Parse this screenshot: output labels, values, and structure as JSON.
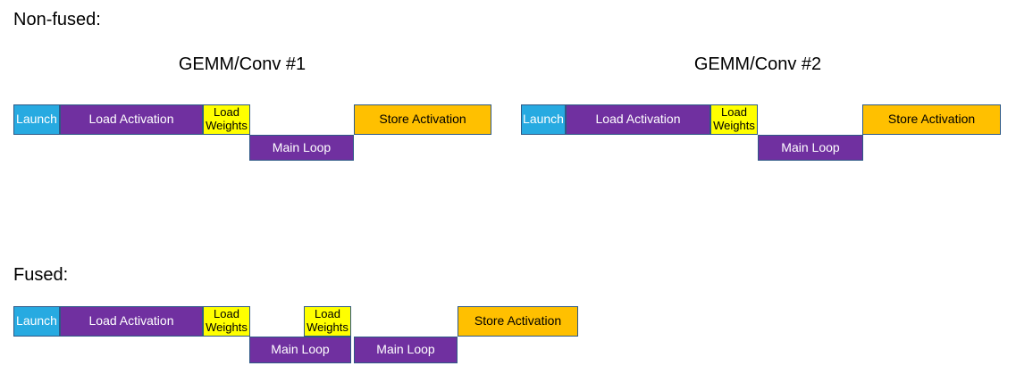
{
  "colors": {
    "launch_fill": "#27AAE1",
    "load_fill": "#7030A0",
    "weights_fill": "#FFFF00",
    "store_fill": "#FFC000",
    "block_border": "#2E5986",
    "text_on_dark": "#FFFFFF",
    "text_on_light": "#000000",
    "heading_text": "#000000",
    "background": "#FFFFFF"
  },
  "non_fused": {
    "heading": "Non-fused:",
    "groups": [
      {
        "title": "GEMM/Conv #1",
        "blocks": [
          {
            "type": "launch",
            "label": "Launch"
          },
          {
            "type": "load-activation",
            "label": "Load Activation"
          },
          {
            "type": "load-weights",
            "label": "Load Weights"
          },
          {
            "type": "main-loop",
            "label": "Main Loop"
          },
          {
            "type": "store-activation",
            "label": "Store Activation"
          }
        ]
      },
      {
        "title": "GEMM/Conv #2",
        "blocks": [
          {
            "type": "launch",
            "label": "Launch"
          },
          {
            "type": "load-activation",
            "label": "Load Activation"
          },
          {
            "type": "load-weights",
            "label": "Load Weights"
          },
          {
            "type": "main-loop",
            "label": "Main Loop"
          },
          {
            "type": "store-activation",
            "label": "Store Activation"
          }
        ]
      }
    ]
  },
  "fused": {
    "heading": "Fused:",
    "blocks": [
      {
        "type": "launch",
        "label": "Launch"
      },
      {
        "type": "load-activation",
        "label": "Load Activation"
      },
      {
        "type": "load-weights",
        "label": "Load Weights"
      },
      {
        "type": "main-loop",
        "label": "Main Loop"
      },
      {
        "type": "load-weights",
        "label": "Load Weights"
      },
      {
        "type": "main-loop",
        "label": "Main Loop"
      },
      {
        "type": "store-activation",
        "label": "Store Activation"
      }
    ]
  }
}
